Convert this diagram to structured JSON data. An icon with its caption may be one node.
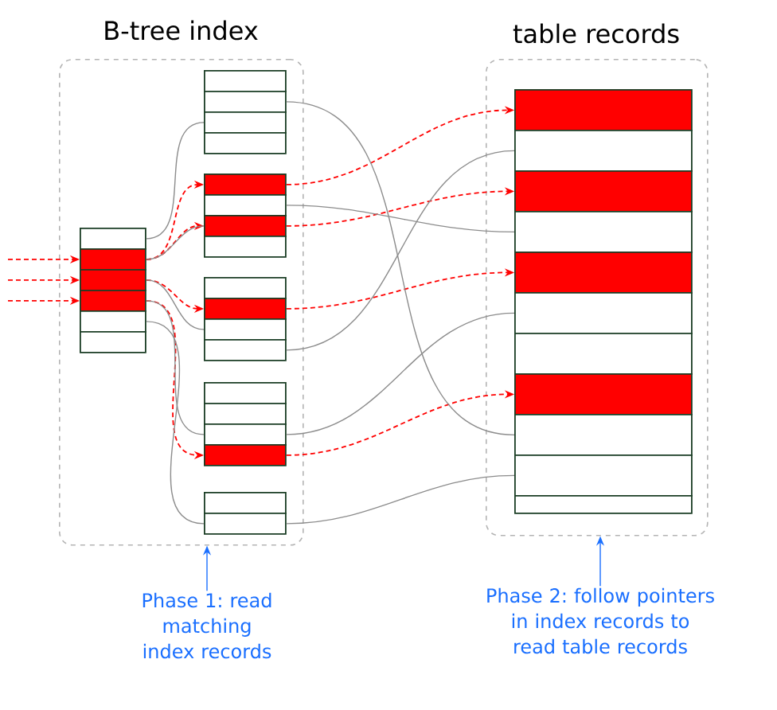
{
  "diagram": {
    "nodes": [
      {
        "text": [
          "B-tree index"
        ]
      },
      {
        "text": [],
        "shape": "box",
        "in": 0
      },
      {
        "text": [],
        "shape": "box",
        "in": 0
      },
      {
        "text": [],
        "shape": "box",
        "in": 0
      },
      {
        "text": [],
        "shape": "box",
        "in": 0
      },
      {
        "text": [],
        "shape": "box",
        "in": 0
      },
      {
        "text": [],
        "shape": "box",
        "in": 0
      },
      {
        "text": [],
        "shape": "box",
        "in": 0
      },
      {
        "text": [],
        "shape": "box",
        "in": 0
      },
      {
        "text": [],
        "shape": "box",
        "in": 0
      },
      {
        "text": [],
        "shape": "box",
        "in": 0
      },
      {
        "text": [],
        "shape": "box",
        "in": 0
      },
      {
        "text": [],
        "shape": "box",
        "in": 0
      },
      {
        "text": [],
        "shape": "box",
        "in": 0
      },
      {
        "text": [],
        "shape": "box",
        "in": 0
      },
      {
        "text": [],
        "shape": "box",
        "in": 0
      },
      {
        "text": [],
        "shape": "box",
        "in": 0
      },
      {
        "text": [],
        "shape": "box",
        "in": 0
      },
      {
        "text": [],
        "shape": "box",
        "in": 0
      },
      {
        "text": [],
        "shape": "box",
        "in": 0
      },
      {
        "text": [],
        "shape": "box",
        "in": 0
      },
      {
        "text": [],
        "shape": "box",
        "in": 0
      },
      {
        "text": [],
        "shape": "box",
        "in": 0
      },
      {
        "text": [],
        "shape": "box",
        "in": 0
      },
      {
        "text": [],
        "shape": "box",
        "in": 0
      },
      {
        "text": [
          "table records"
        ]
      },
      {
        "text": [],
        "shape": "box",
        "in": 25
      },
      {
        "text": [],
        "shape": "box",
        "in": 25
      },
      {
        "text": [],
        "shape": "box",
        "in": 25
      },
      {
        "text": [],
        "shape": "box",
        "in": 25
      },
      {
        "text": [],
        "shape": "box",
        "in": 25
      },
      {
        "text": [],
        "shape": "box",
        "in": 25
      },
      {
        "text": [],
        "shape": "box",
        "in": 25
      },
      {
        "text": [],
        "shape": "box",
        "in": 25
      },
      {
        "text": [],
        "shape": "box",
        "in": 25
      },
      {
        "text": [],
        "shape": "box",
        "in": 25
      },
      {
        "text": [],
        "shape": "box",
        "in": 25
      },
      {
        "text": [
          "Phase 1: read matching index records"
        ]
      },
      {
        "text": [
          "Phase 2: follow pointers in index records to read table records"
        ]
      }
    ],
    "edges": [
      {
        "from": null,
        "to": 2,
        "arrow": "to",
        "style": "dashed",
        "color": "#ff0000"
      },
      {
        "from": null,
        "to": 3,
        "arrow": "to",
        "style": "dashed",
        "color": "#ff0000"
      },
      {
        "from": null,
        "to": 4,
        "arrow": "to",
        "style": "dashed",
        "color": "#ff0000"
      },
      {
        "from": 2,
        "to": 11,
        "arrow": "to",
        "style": "dashed",
        "color": "#ff0000"
      },
      {
        "from": 2,
        "to": 13,
        "arrow": "to",
        "style": "dashed",
        "color": "#ff0000"
      },
      {
        "from": 3,
        "to": 16,
        "arrow": "to",
        "style": "dashed",
        "color": "#ff0000"
      },
      {
        "from": 4,
        "to": 22,
        "arrow": "to",
        "style": "dashed",
        "color": "#ff0000"
      },
      {
        "from": 11,
        "to": 26,
        "arrow": "to",
        "style": "dashed",
        "color": "#ff0000"
      },
      {
        "from": 13,
        "to": 28,
        "arrow": "to",
        "style": "dashed",
        "color": "#ff0000"
      },
      {
        "from": 16,
        "to": 30,
        "arrow": "to",
        "style": "dashed",
        "color": "#ff0000"
      },
      {
        "from": 22,
        "to": 33,
        "arrow": "to",
        "style": "dashed",
        "color": "#ff0000"
      },
      {
        "from": 1,
        "to": 9,
        "arrow": "none",
        "color": "#8c8c8c"
      },
      {
        "from": 2,
        "to": 13,
        "arrow": "none",
        "color": "#8c8c8c"
      },
      {
        "from": 3,
        "to": 17,
        "arrow": "none",
        "color": "#8c8c8c"
      },
      {
        "from": 4,
        "to": 21,
        "arrow": "none",
        "color": "#8c8c8c"
      },
      {
        "from": 5,
        "to": 24,
        "arrow": "none",
        "color": "#8c8c8c"
      },
      {
        "from": 8,
        "to": 34,
        "arrow": "none",
        "color": "#8c8c8c"
      },
      {
        "from": 12,
        "to": 29,
        "arrow": "none",
        "color": "#8c8c8c"
      },
      {
        "from": 18,
        "to": 27,
        "arrow": "none",
        "color": "#8c8c8c"
      },
      {
        "from": 21,
        "to": 31,
        "arrow": "none",
        "color": "#8c8c8c"
      },
      {
        "from": 24,
        "to": 35,
        "arrow": "none",
        "color": "#8c8c8c"
      },
      {
        "from": 37,
        "to": 0,
        "arrow": "to",
        "color": "#1a6fff"
      },
      {
        "from": 38,
        "to": 25,
        "arrow": "to",
        "color": "#1a6fff"
      }
    ]
  }
}
